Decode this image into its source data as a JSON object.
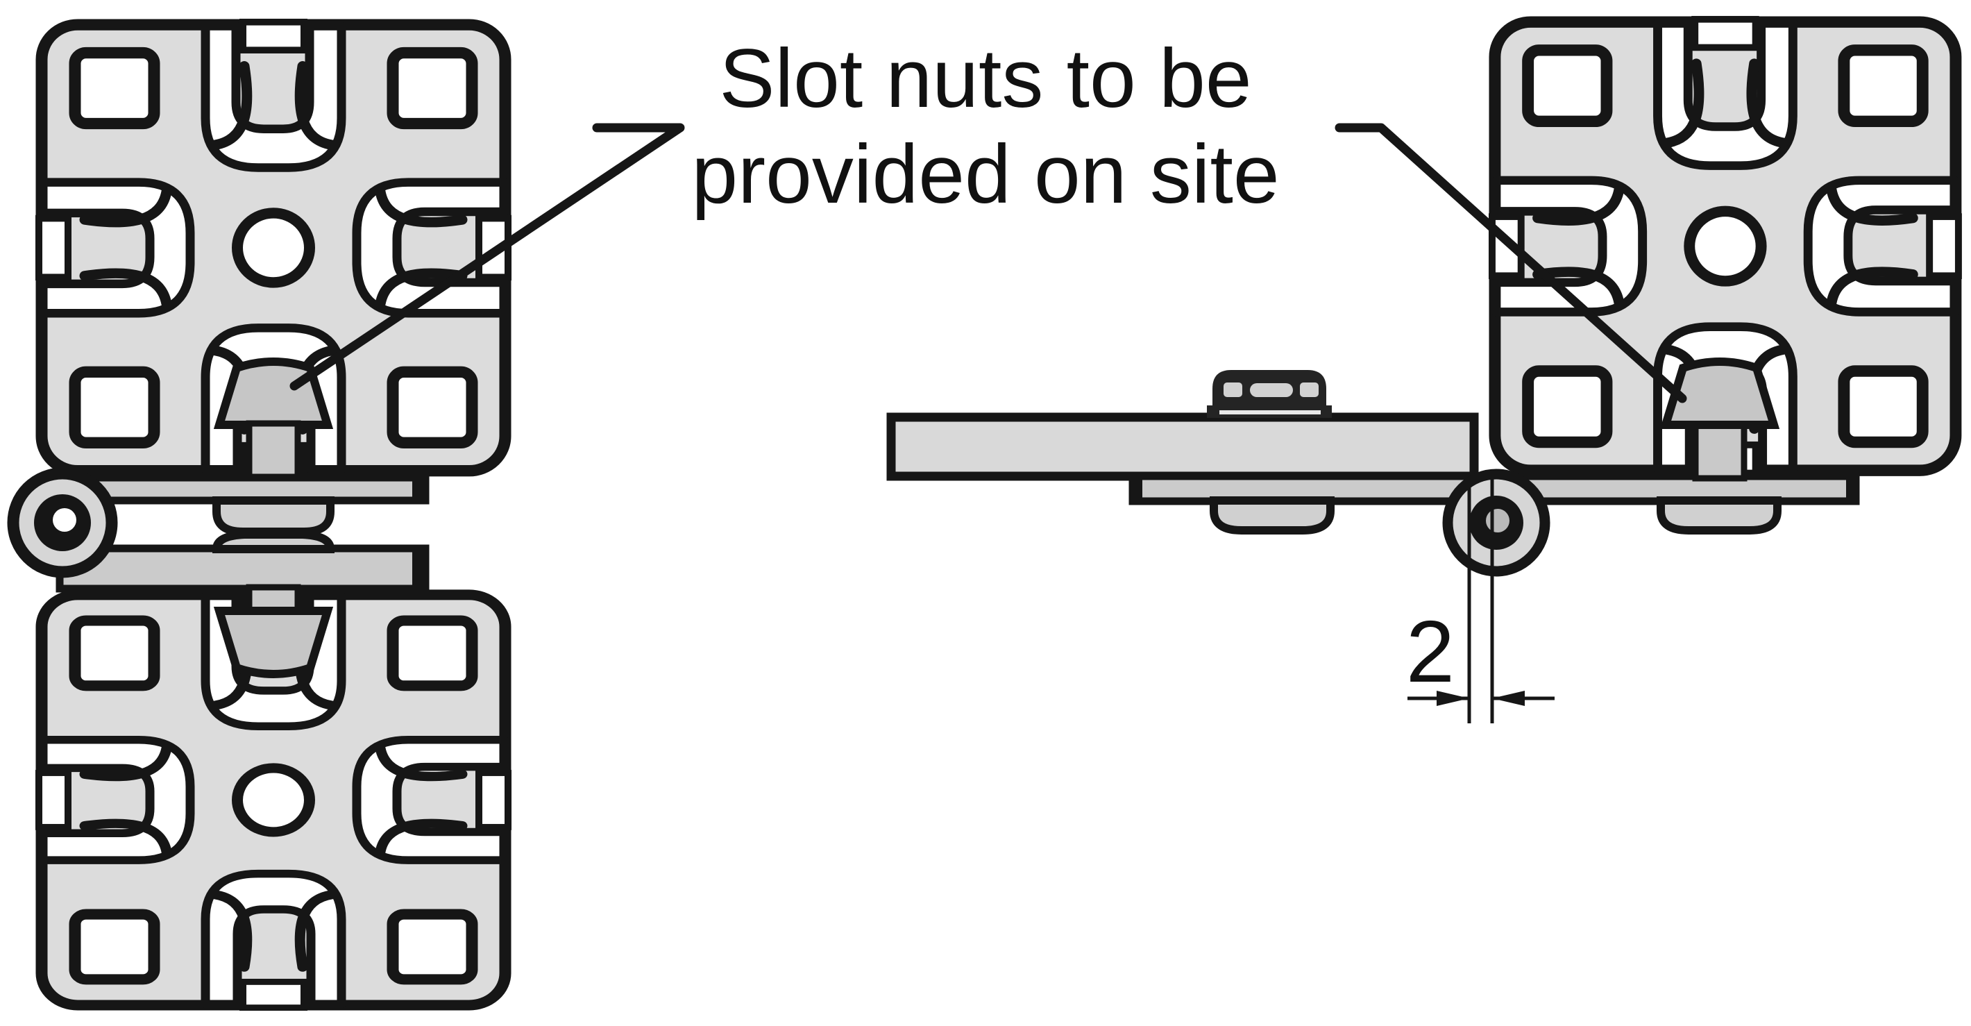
{
  "annotation": {
    "line1": "Slot nuts to be",
    "line2": "provided on site"
  },
  "dimension": {
    "value": "2"
  },
  "colors": {
    "outline": "#161616",
    "profile_body": "#dcdcdc",
    "slot_nut": "#c6c6c6",
    "screw": "#d0d0d0",
    "panel": "#d9d9d9",
    "hinge_leaf": "#cbcbcb",
    "knuckle": "#d6d6d6",
    "background": "#ffffff"
  }
}
